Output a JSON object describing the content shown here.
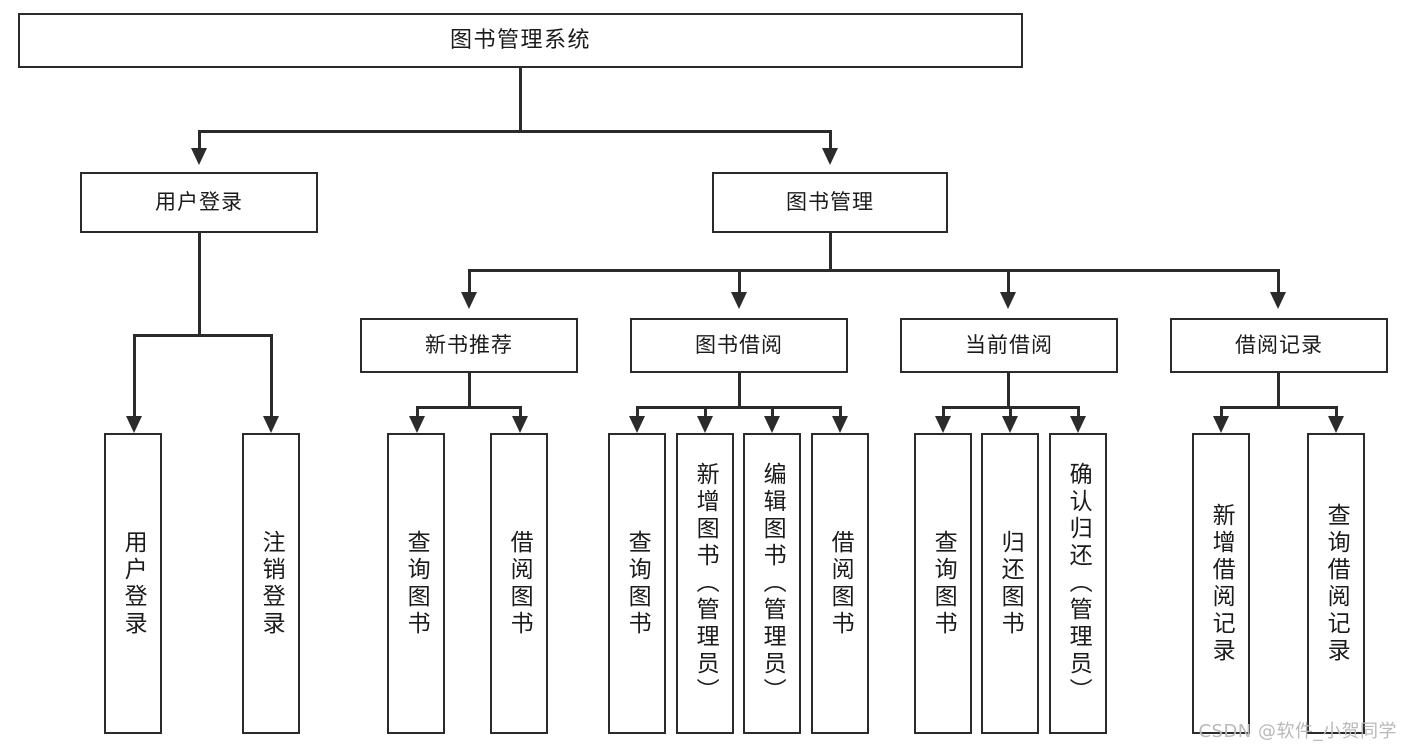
{
  "diagram": {
    "type": "tree-hierarchy-chart",
    "title": "图书管理系统",
    "colors": {
      "stroke": "#2b2b2b",
      "fill": "#ffffff",
      "text": "#1b1b1b",
      "watermark": "#b9b9b9"
    },
    "root": {
      "label": "图书管理系统"
    },
    "level2": [
      {
        "label": "用户登录"
      },
      {
        "label": "图书管理"
      }
    ],
    "level3": [
      {
        "label": "新书推荐"
      },
      {
        "label": "图书借阅"
      },
      {
        "label": "当前借阅"
      },
      {
        "label": "借阅记录"
      }
    ],
    "leaves": {
      "user_login": [
        {
          "label": "用户登录"
        },
        {
          "label": "注销登录"
        }
      ],
      "new_book_recommend": [
        {
          "label": "查询图书"
        },
        {
          "label": "借阅图书"
        }
      ],
      "book_borrow": [
        {
          "label": "查询图书"
        },
        {
          "label": "新增图书（管理员）"
        },
        {
          "label": "编辑图书（管理员）"
        },
        {
          "label": "借阅图书"
        }
      ],
      "current_borrow": [
        {
          "label": "查询图书"
        },
        {
          "label": "归还图书"
        },
        {
          "label": "确认归还（管理员）"
        }
      ],
      "borrow_record": [
        {
          "label": "新增借阅记录"
        },
        {
          "label": "查询借阅记录"
        }
      ]
    },
    "watermark": "CSDN @软件_小贺同学"
  }
}
